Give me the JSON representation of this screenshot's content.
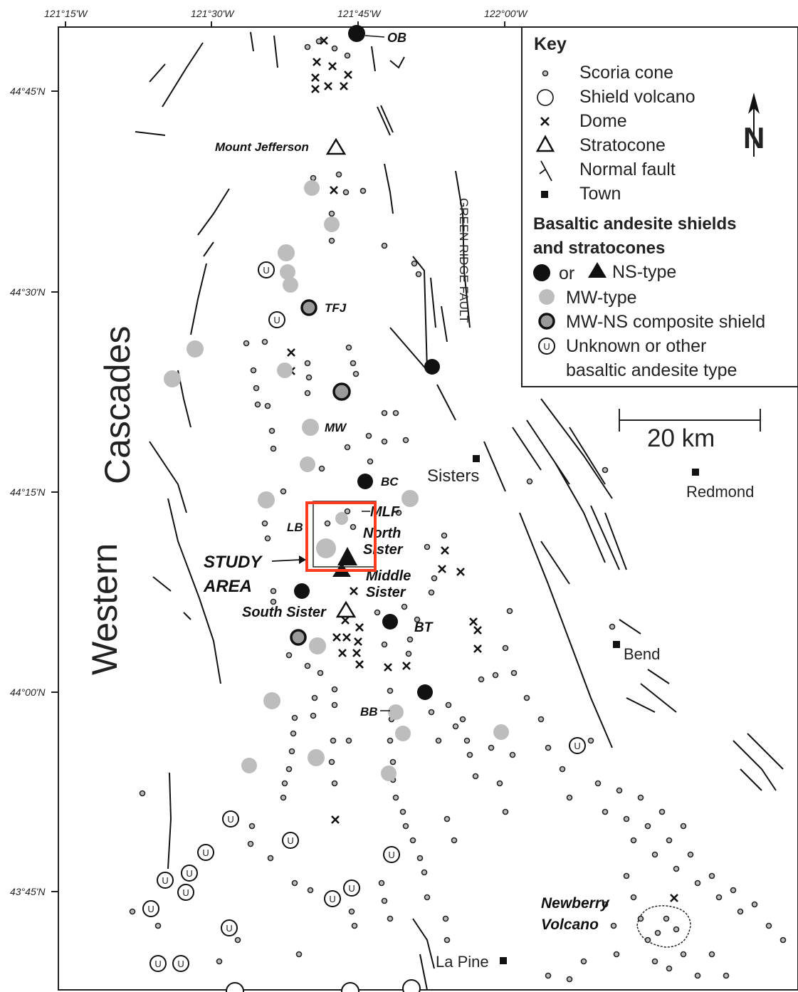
{
  "lon_ticks": [
    "121°15'W",
    "121°30'W",
    "121°45'W",
    "122°00'W"
  ],
  "lat_ticks": [
    "44°45'N",
    "44°30'N",
    "44°15'N",
    "44°00'N",
    "43°45'N"
  ],
  "region_label": {
    "line1": "Cascades",
    "line2": "Western"
  },
  "volcano_labels": {
    "ob": "OB",
    "jefferson": "Mount Jefferson",
    "tfj": "TFJ",
    "mw": "MW",
    "bc": "BC",
    "mlf": "MLF",
    "lb": "LB",
    "north_sister_1": "North",
    "north_sister_2": "Sister",
    "middle_sister_1": "Middle",
    "middle_sister_2": "Sister",
    "south_sister": "South Sister",
    "bt": "BT",
    "bb": "BB",
    "newberry_1": "Newberry",
    "newberry_2": "Volcano"
  },
  "study_area": {
    "line1": "STUDY",
    "line2": "AREA"
  },
  "fault_label": "GREEN RIDGE FAULT",
  "towns": {
    "sisters": "Sisters",
    "redmond": "Redmond",
    "bend": "Bend",
    "la_pine": "La Pine"
  },
  "scale_label": "20 km",
  "north_label": "N",
  "unknown_symbol": "U",
  "key": {
    "title": "Key",
    "items": [
      "Scoria cone",
      "Shield volcano",
      "Dome",
      "Stratocone",
      "Normal fault",
      "Town"
    ],
    "section_title_1": "Basaltic andesite shields",
    "section_title_2": "and stratocones",
    "or": "or",
    "ns_type": "NS-type",
    "mw_type": "MW-type",
    "composite": "MW-NS composite shield",
    "unknown_1": "Unknown or other",
    "unknown_2": "basaltic andesite type"
  },
  "colors": {
    "study_box": "#ff3b1f",
    "mw_fill": "#bdbdbd",
    "ns_fill": "#111111"
  }
}
